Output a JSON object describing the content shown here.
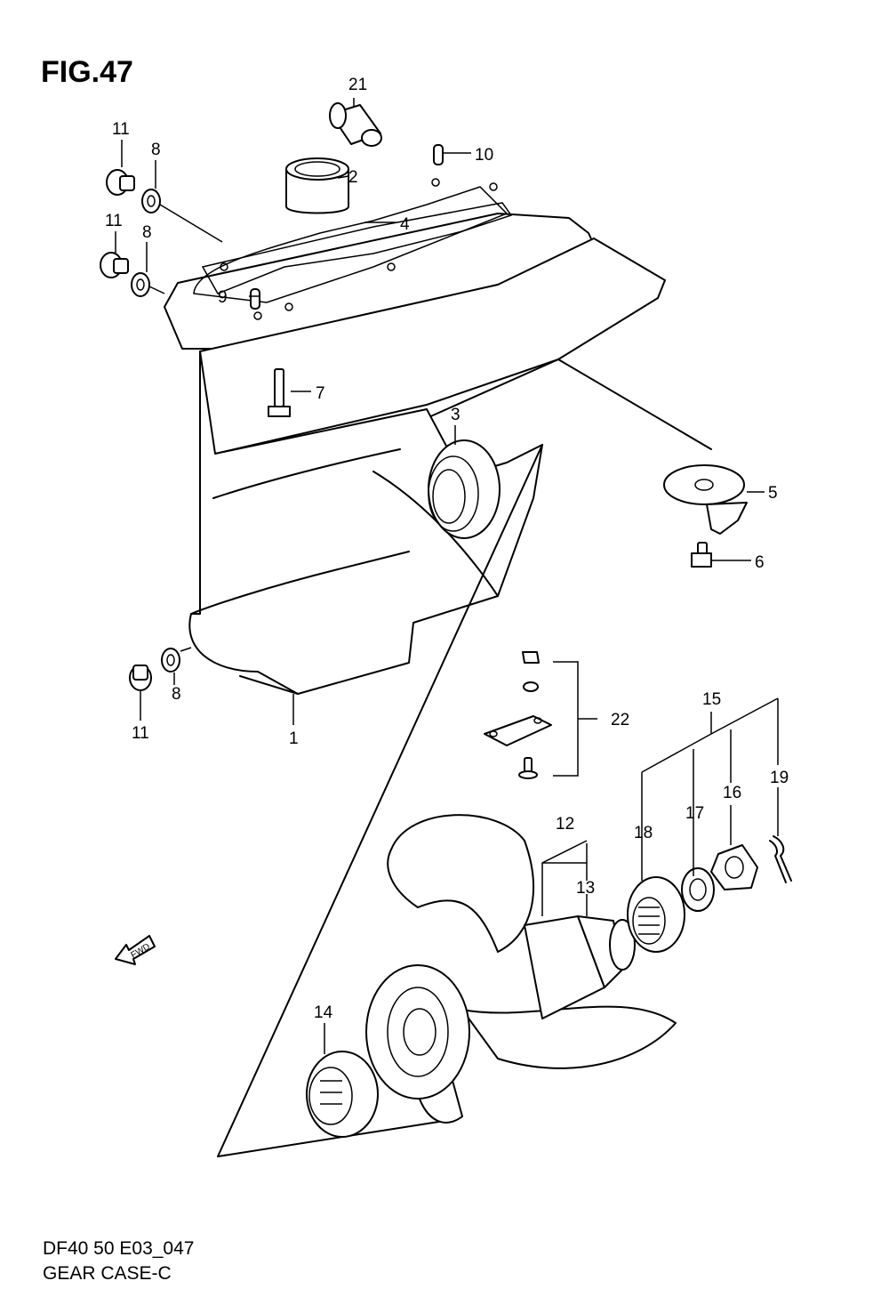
{
  "figure": {
    "title": "FIG.47",
    "code": "DF40 50 E03_047",
    "caption": "GEAR CASE-C",
    "fwd_marker": "FWD"
  },
  "callouts": {
    "c1": "1",
    "c2": "2",
    "c3": "3",
    "c4": "4",
    "c5": "5",
    "c6": "6",
    "c7": "7",
    "c8a": "8",
    "c8b": "8",
    "c8c": "8",
    "c9": "9",
    "c10": "10",
    "c11a": "11",
    "c11b": "11",
    "c11c": "11",
    "c12": "12",
    "c13": "13",
    "c14": "14",
    "c15": "15",
    "c16": "16",
    "c17": "17",
    "c18": "18",
    "c19": "19",
    "c21": "21",
    "c22": "22"
  }
}
